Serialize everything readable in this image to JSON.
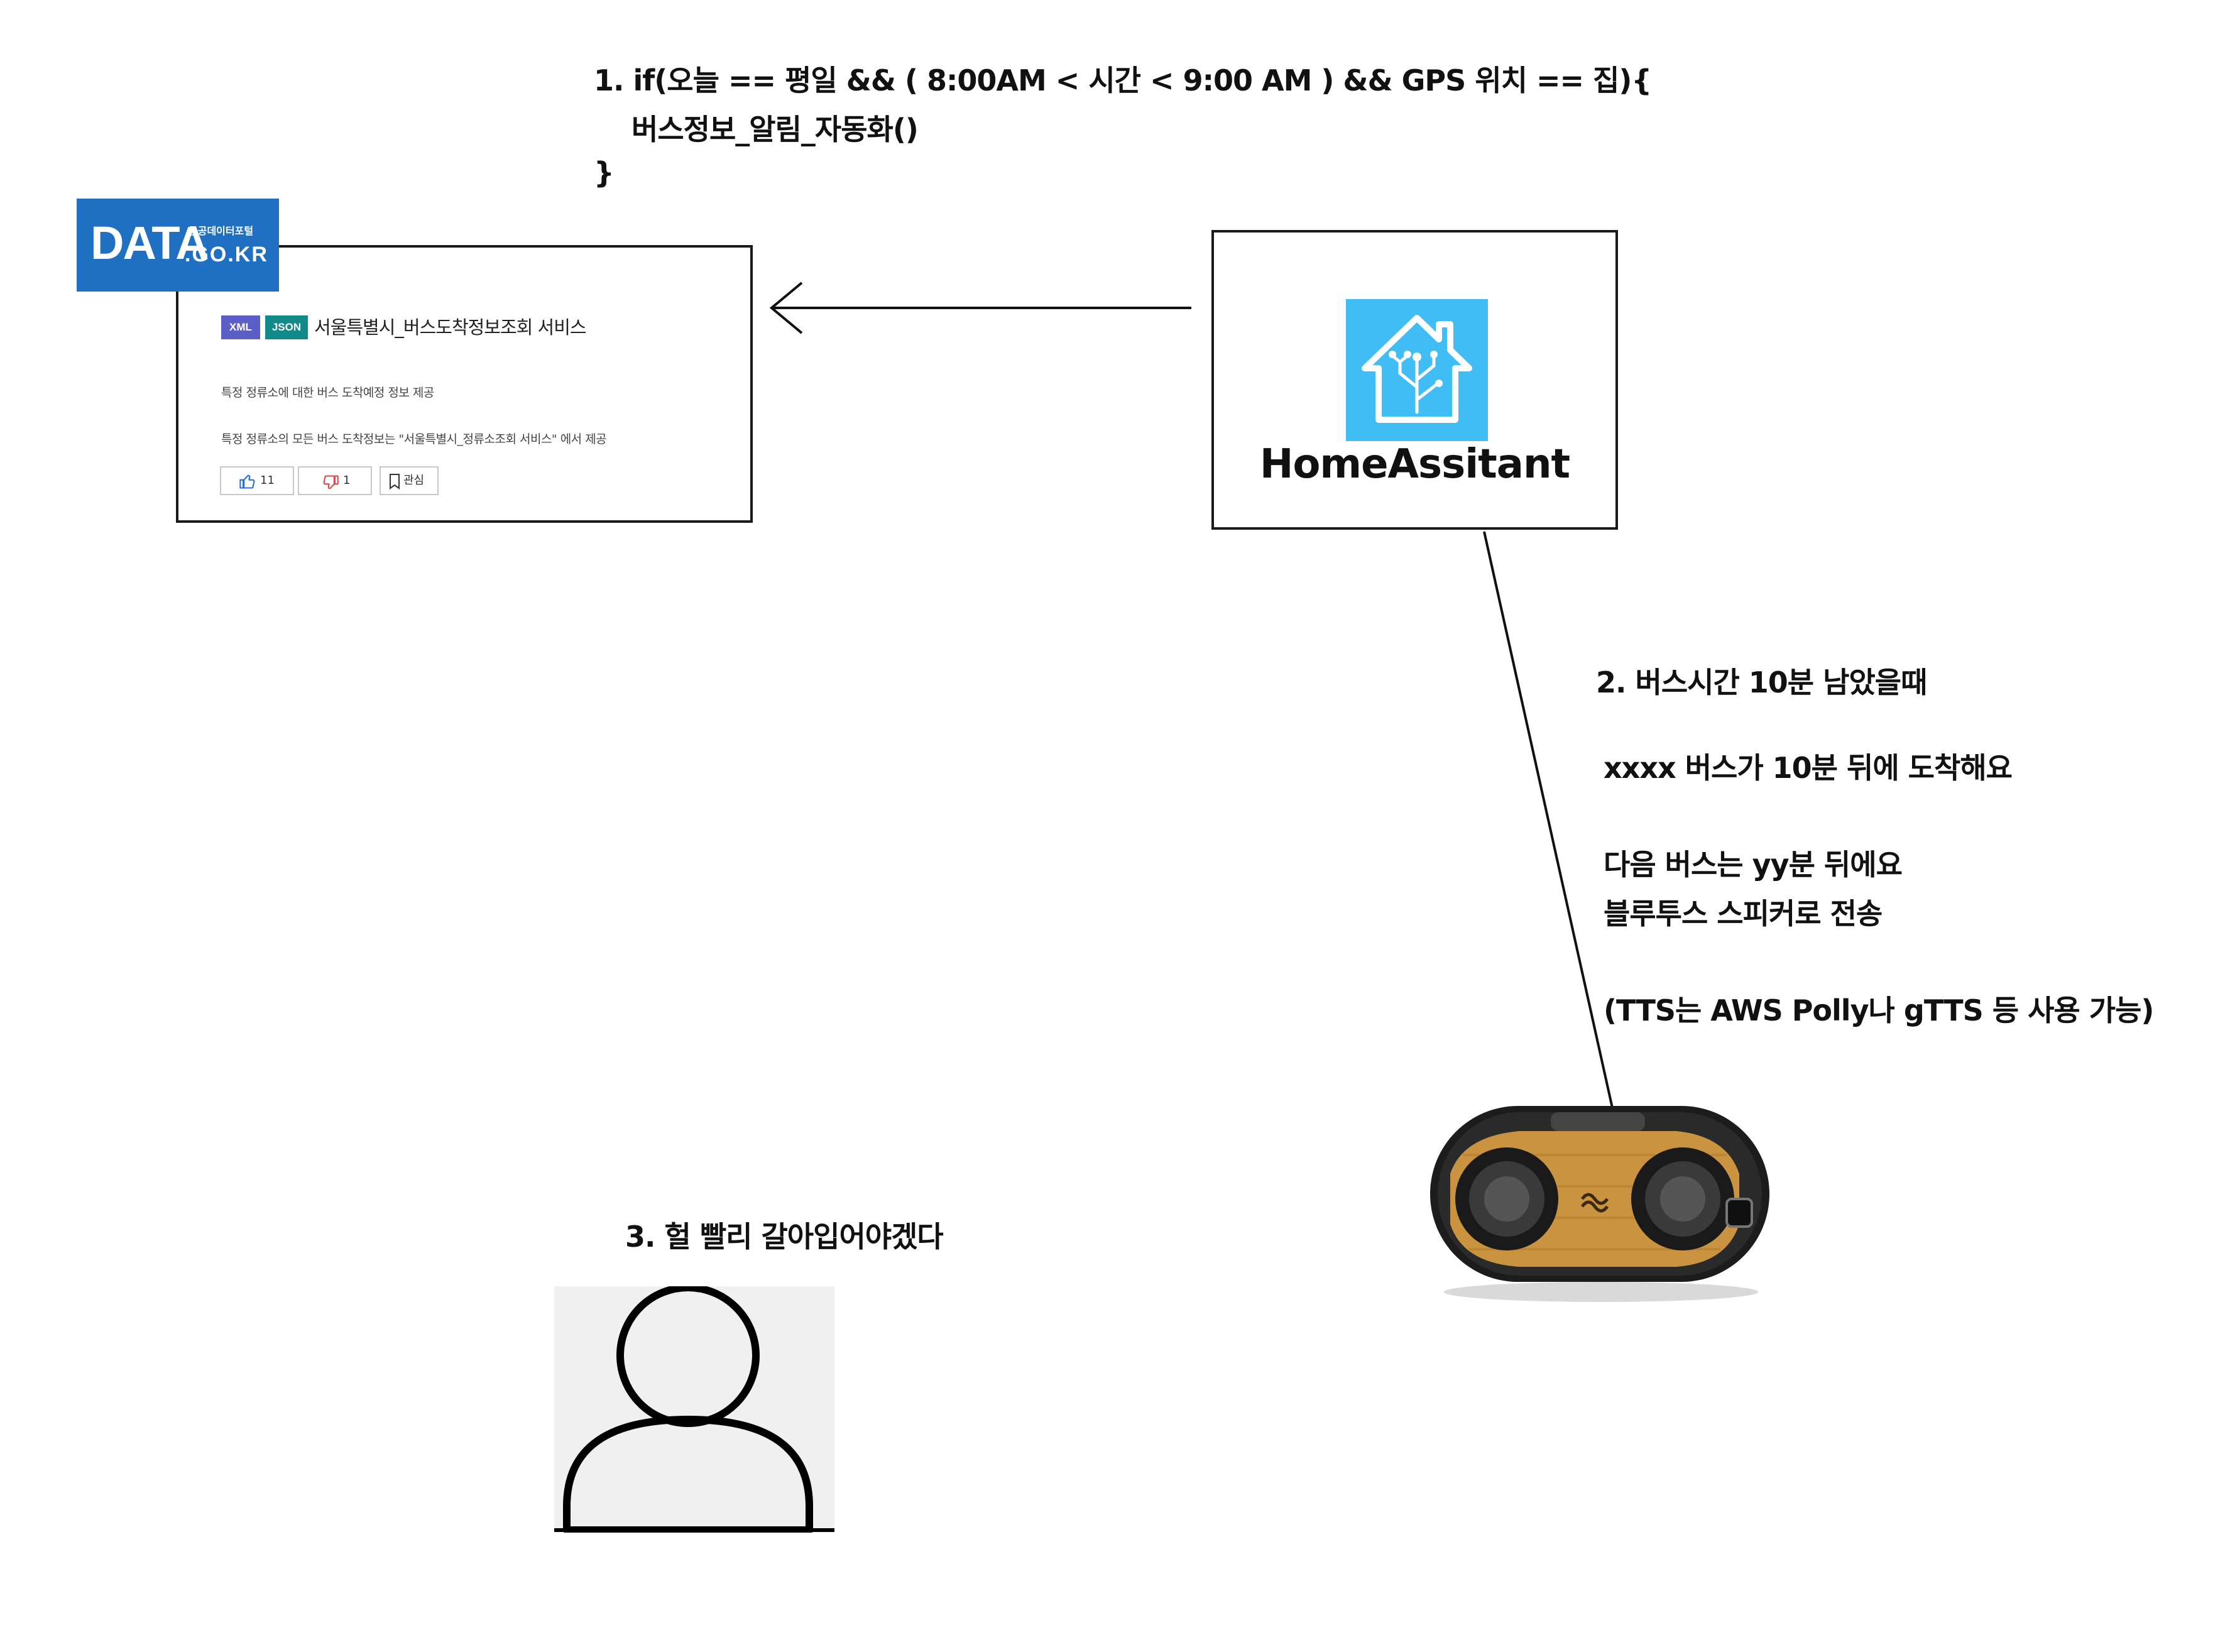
{
  "condition": {
    "line1": "1. if(오늘 == 평일 &&  ( 8:00AM  < 시간 < 9:00 AM ) && GPS 위치 == 집){",
    "line2": "버스정보_알림_자동화()",
    "line3": "}"
  },
  "datagokr": {
    "logo_main": "DATA",
    "logo_small": "공공데이터포털",
    "logo_sub": ".GO.KR",
    "badge_xml": "XML",
    "badge_json": "JSON",
    "title": "서울특별시_버스도착정보조회 서비스",
    "desc1": "특정 정류소에 대한 버스 도착예정 정보 제공",
    "desc2": "특정 정류소의 모든 버스 도착정보는 \"서울특별시_정류소조회 서비스\" 에서 제공",
    "likes": "11",
    "dislikes": "1",
    "interest_label": "관심",
    "colors": {
      "logo": "#1f6fc2",
      "badge_xml": "#5b5fc7",
      "badge_json": "#138a8a",
      "dislike": "#e0464b",
      "like": "#2b6fd6"
    }
  },
  "homeassistant": {
    "label": "HomeAssitant",
    "icon": "home-assistant-logo-icon",
    "icon_color": "#41bdf5"
  },
  "notes": {
    "step2": "2. 버스시간 10분 남았을때",
    "msg1": "xxxx 버스가 10분 뒤에 도착해요",
    "msg2": "다음 버스는 yy분 뒤에요",
    "msg3": "블루투스 스피커로 전송",
    "msg4": "(TTS는 AWS Polly나 gTTS 등 사용 가능)",
    "step3": "3. 헐 빨리 갈아입어야겠다"
  },
  "icons": {
    "speaker": "bluetooth-speaker-icon",
    "person": "person-icon",
    "arrow": "arrow-left-icon"
  }
}
